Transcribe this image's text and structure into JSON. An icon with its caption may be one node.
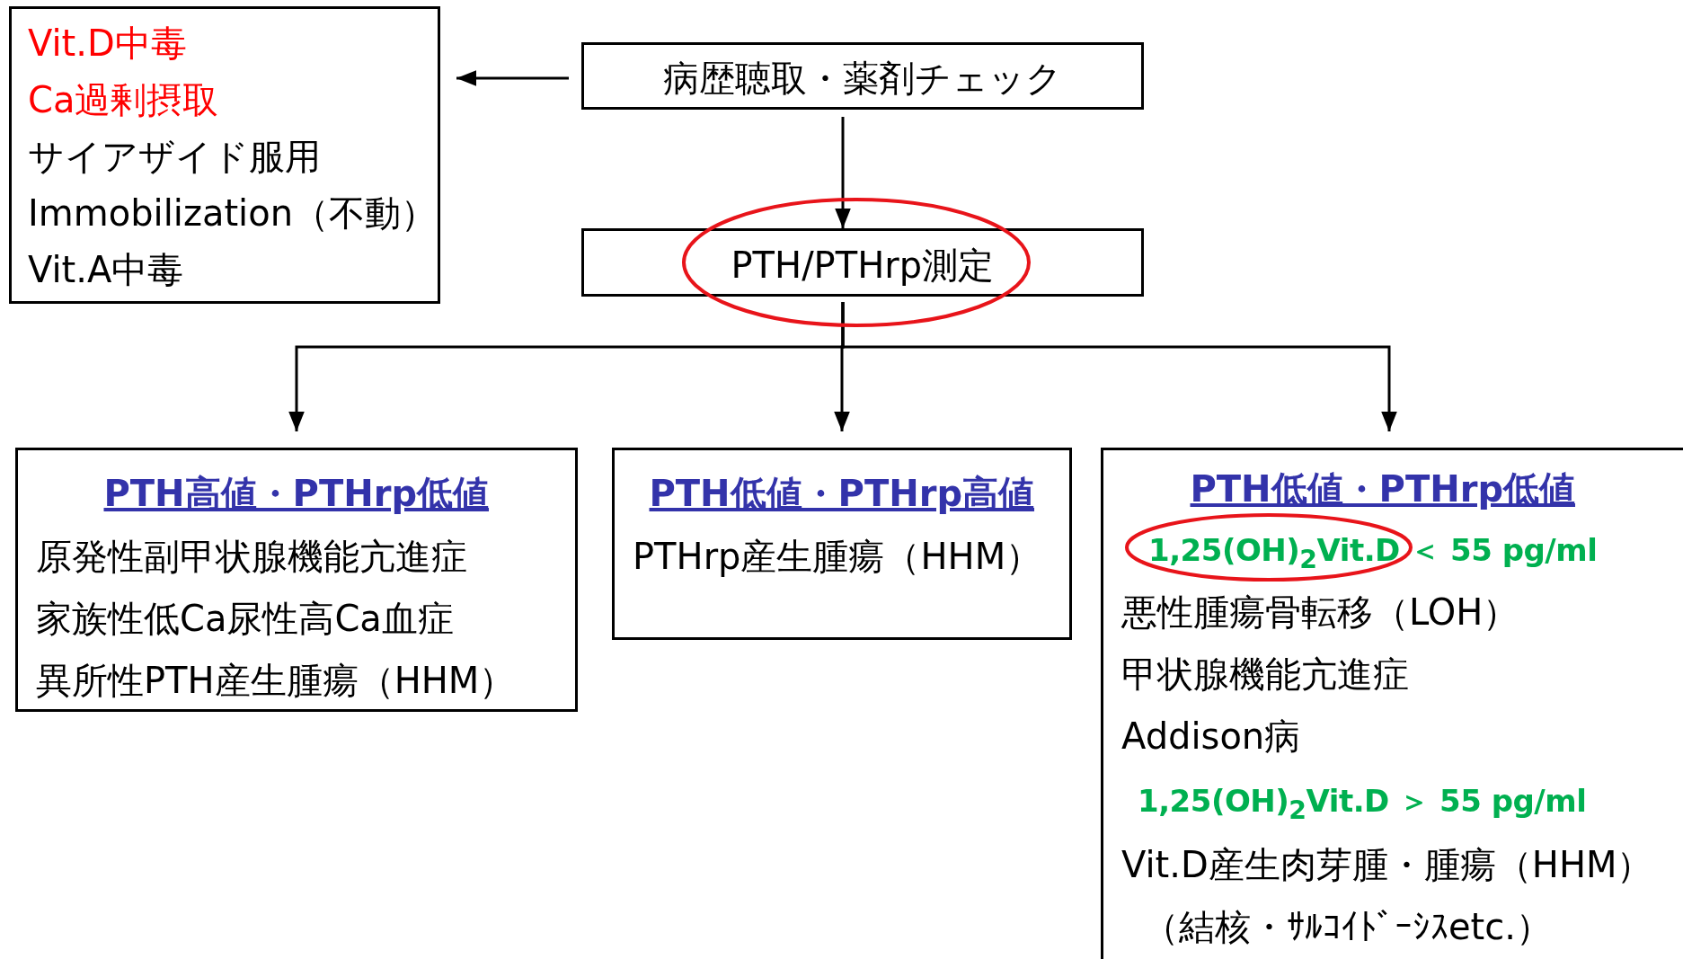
{
  "diagram": {
    "nodes": [
      {
        "text": [
          "病歴聴取・薬剤チェック"
        ]
      },
      {
        "text": [
          "Vit.D中毒",
          "Ca過剰摂取",
          "サイアザイド服用",
          "Immobilization（不動）",
          "Vit.A中毒"
        ]
      },
      {
        "text": [
          "PTH/PTHrp測定"
        ]
      },
      {
        "text": [
          "PTH高値・PTHrp低値",
          "原発性副甲状腺機能亢進症",
          "家族性低Ca尿性高Ca血症",
          "異所性PTH産生腫瘍（HHM）"
        ]
      },
      {
        "text": [
          "PTH低値・PTHrp高値",
          "PTHrp産生腫瘍（HHM）"
        ]
      },
      {
        "text": [
          "PTH低値・PTHrp低値",
          "1,25(OH)$_{2}$Vit.D ＜ 55 pg/ml",
          "悪性腫瘍骨転移（LOH）",
          "甲状腺機能亢進症",
          "Addison病",
          "1,25(OH)$_{2}$Vit.D ＞ 55 pg/ml",
          "Vit.D産生肉芽腫・腫瘍（HHM）",
          "（結核・ｻﾙｺｲﾄﾞｰｼｽetc.）"
        ]
      }
    ],
    "edges": [
      {
        "from": 0,
        "to": 1,
        "arrow": "to"
      },
      {
        "from": 0,
        "to": 2,
        "arrow": "to"
      },
      {
        "from": 2,
        "to": 3,
        "arrow": "to"
      },
      {
        "from": 2,
        "to": 4,
        "arrow": "to"
      },
      {
        "from": 2,
        "to": 5,
        "arrow": "to"
      }
    ]
  }
}
